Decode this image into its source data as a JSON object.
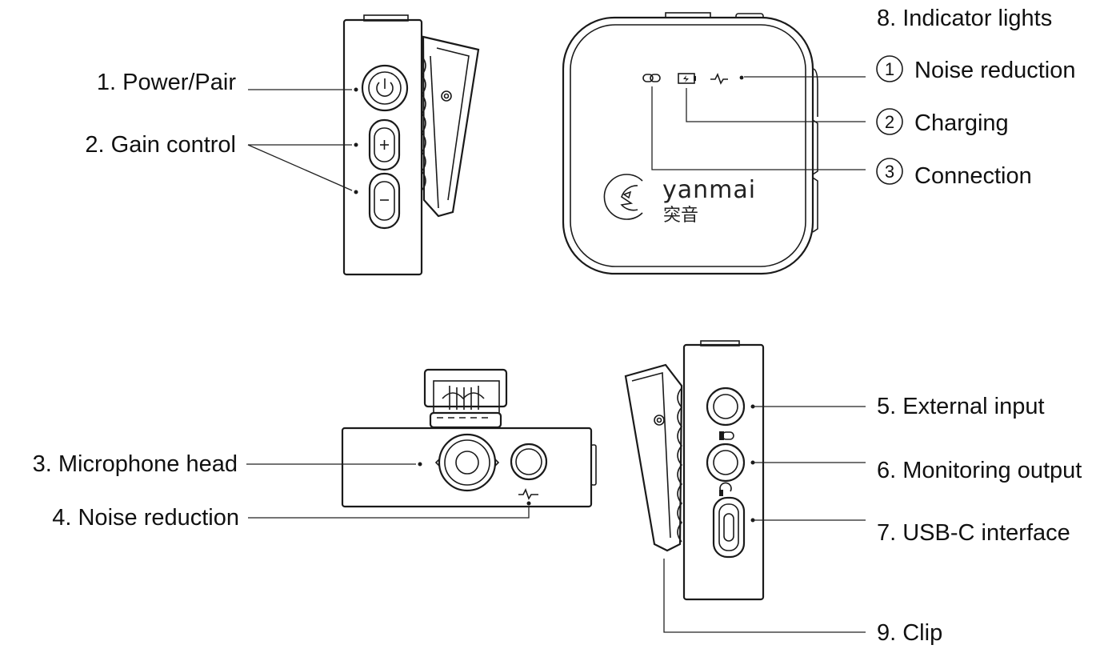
{
  "labels": {
    "power": "1. Power/Pair",
    "gain": "2. Gain control",
    "mic_head": "3. Microphone head",
    "noise_side": "4. Noise reduction",
    "ext_input": "5. External input",
    "monitor": "6. Monitoring output",
    "usbc": "7. USB-C interface",
    "indicators": "8. Indicator lights",
    "ind1": "Noise reduction",
    "ind2": "Charging",
    "ind3": "Connection",
    "clip": "9. Clip"
  },
  "indicator_numbers": [
    "1",
    "2",
    "3"
  ],
  "brand": {
    "name": "yanmai",
    "chinese": "突音"
  }
}
